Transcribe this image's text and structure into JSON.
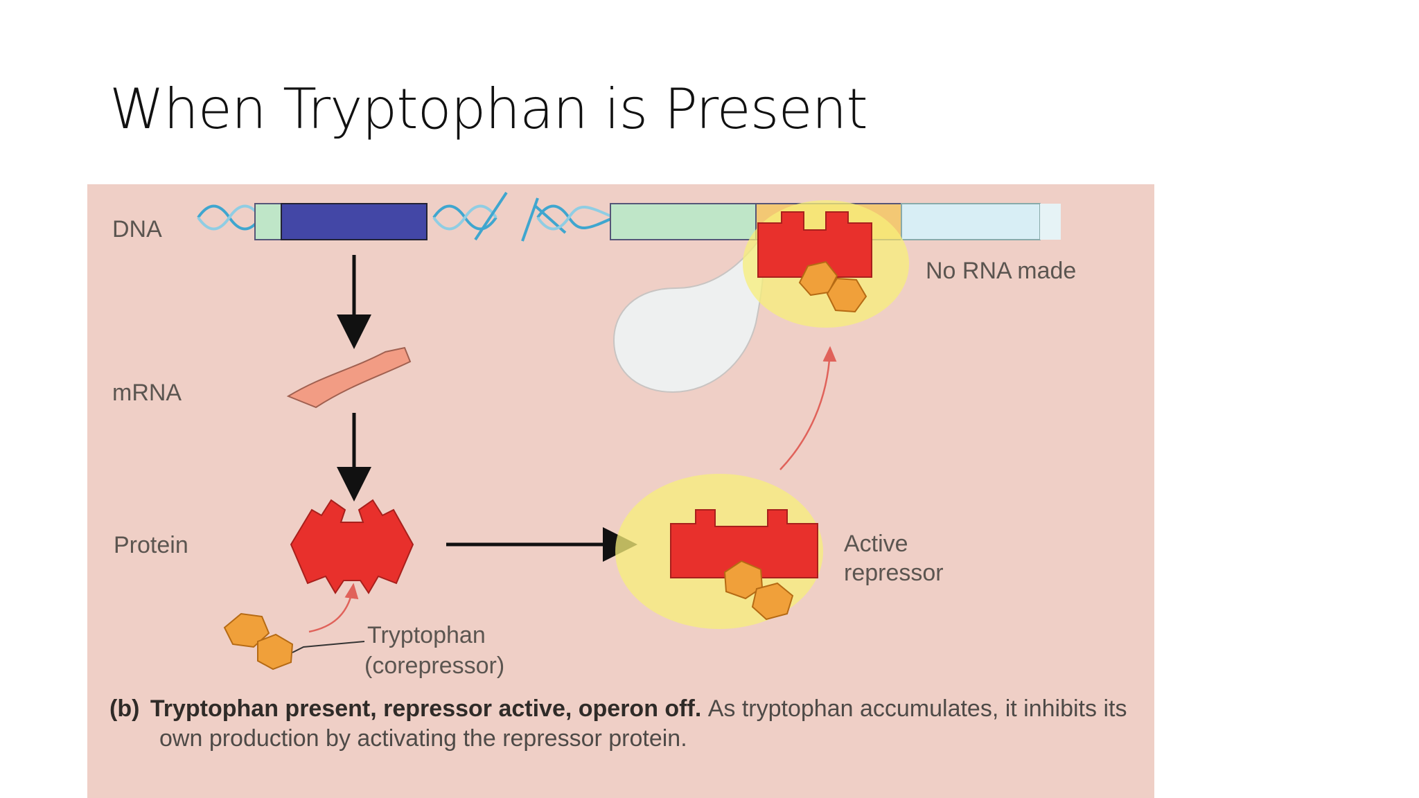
{
  "slide": {
    "title": "When Tryptophan is Present"
  },
  "figure": {
    "labels": {
      "dna": "DNA",
      "mrna": "mRNA",
      "protein": "Protein",
      "no_rna": "No RNA made",
      "active_repressor_line1": "Active",
      "active_repressor_line2": "repressor",
      "tryptophan_line1": "Tryptophan",
      "tryptophan_line2": "(corepressor)"
    },
    "caption": {
      "tag": "(b)",
      "lead": "Tryptophan present, repressor active, operon off.",
      "body": "As tryptophan accumulates, it inhibits its own production by activating the repressor protein."
    },
    "colors": {
      "background": "#efcfc6",
      "repressor": "#e8302c",
      "tryptophan": "#f0a03a",
      "glow": "#f7ef7a",
      "gene_dark": "#4347a6",
      "gene_light": "#bfe6c8",
      "operator": "#f3c874",
      "mrna": "#f29c84",
      "polymerase": "#eef0f0",
      "dna_strand": "#3fa6cf"
    }
  }
}
